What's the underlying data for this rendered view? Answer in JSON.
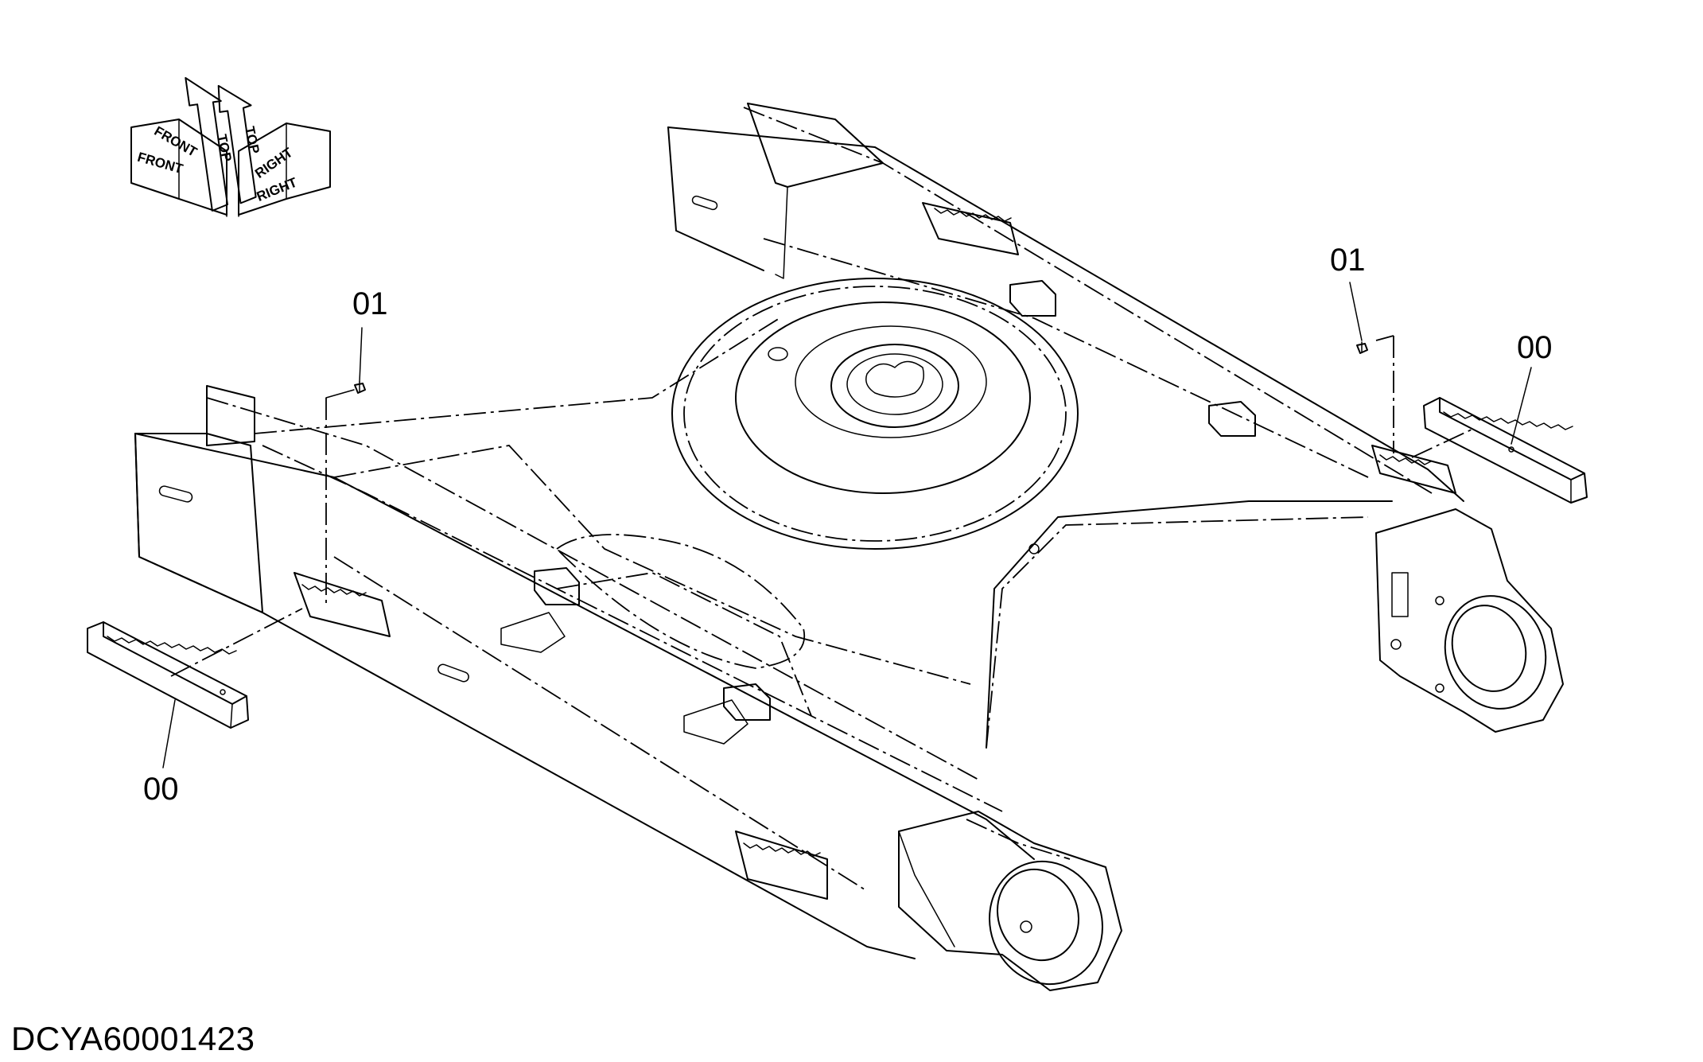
{
  "document": {
    "drawing_id": "DCYA60001423"
  },
  "orientation": {
    "top_a": "TOP",
    "top_b": "TOP",
    "front_a": "FRONT",
    "front_b": "FRONT",
    "right_a": "RIGHT",
    "right_b": "RIGHT"
  },
  "callouts": {
    "bolt_left": "01",
    "bolt_right": "01",
    "step_left": "00",
    "step_right": "00"
  }
}
